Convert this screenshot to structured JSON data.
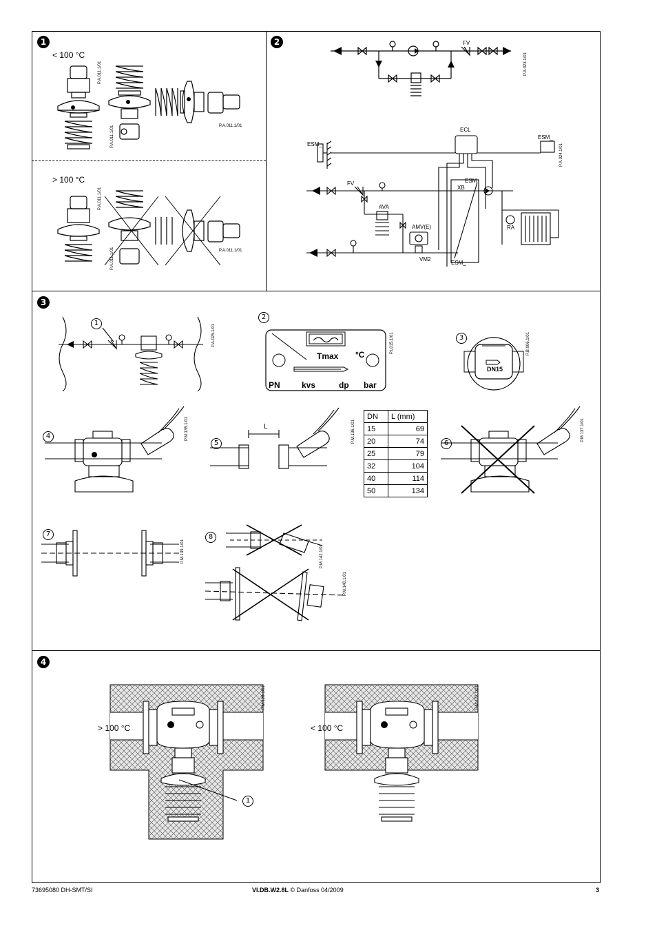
{
  "badges": {
    "b1": "1",
    "b2": "2",
    "b3": "3",
    "b4": "4"
  },
  "sec1": {
    "temp_below": "< 100 °C",
    "temp_above": "> 100 °C",
    "codes": [
      "P.A.011.1/01",
      "P.A.011.1/01",
      "P.A.011.1/01",
      "P.A.011.1/01",
      "P.A.011.1/01",
      "P.A.011.1/01"
    ]
  },
  "sec2": {
    "fv_top": "FV",
    "code_top": "P.A.023.1/01",
    "ecl": "ECL",
    "esm_left": "ESM_",
    "esm_right": "ESM_",
    "code_mid": "P.A.024.1/01",
    "fv": "FV",
    "esm": "ESM",
    "xb": "XB",
    "ava": "AVA",
    "amv": "AMV(E)",
    "ra": "RA",
    "vm2": "VM2",
    "esm_bottom": "ESM_"
  },
  "sec3": {
    "n1": "1",
    "n2": "2",
    "n3": "3",
    "n4": "4",
    "n5": "5",
    "n6": "6",
    "n7": "7",
    "n8": "8",
    "code_pipe": "P.A.025.1/01",
    "plate": {
      "tmax": "Tmax",
      "degc": "°C",
      "pn": "PN",
      "kvs": "kvs",
      "dp": "dp",
      "bar": "bar",
      "code": "P.L015.1/01"
    },
    "body": {
      "dn": "DN15",
      "code": "P.B.006.1/01"
    },
    "L": "L",
    "codes": {
      "c4": "P.M.135.1/01",
      "c5": "P.M.136.1/01",
      "c6": "P.M.137.1/01",
      "c7": "P.M.139.1/01",
      "c8a": "P.M.142.1/01",
      "c8b": "P.M.140.1/01"
    },
    "table": {
      "headers": [
        "DN",
        "L (mm)"
      ],
      "rows": [
        [
          "15",
          "69"
        ],
        [
          "20",
          "74"
        ],
        [
          "25",
          "79"
        ],
        [
          "32",
          "104"
        ],
        [
          "40",
          "114"
        ],
        [
          "50",
          "134"
        ]
      ]
    }
  },
  "sec4": {
    "above": "> 100 °C",
    "below": "< 100 °C",
    "n1": "1",
    "code_left": "P.M.128.1/01",
    "code_right": "P.M.127.1/01"
  },
  "footer": {
    "left": "73695080 DH-SMT/SI",
    "center_bold": "VI.DB.W2.8L",
    "center_rest": " © Danfoss 04/2009",
    "page": "3"
  }
}
